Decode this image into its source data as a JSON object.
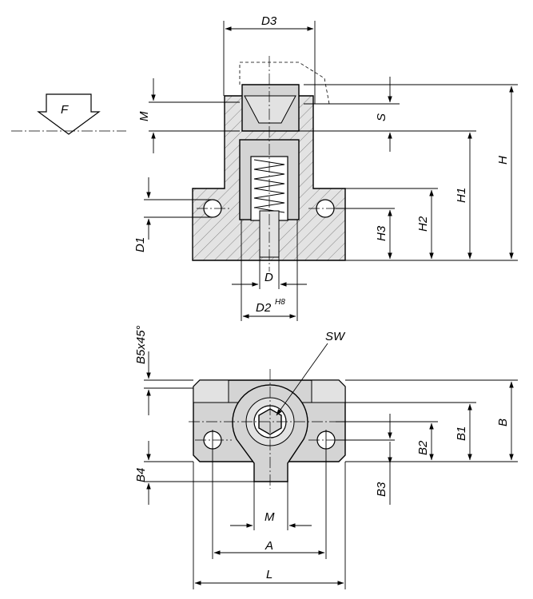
{
  "labels": {
    "force": "F",
    "d3": "D3",
    "m_top": "M",
    "s": "S",
    "h": "H",
    "h1": "H1",
    "h2": "H2",
    "h3": "H3",
    "d1": "D1",
    "d": "D",
    "d2": "D2",
    "d2_tol": "H8",
    "b5": "B5x45°",
    "sw": "SW",
    "b": "B",
    "b1": "B1",
    "b2": "B2",
    "b3": "B3",
    "b4": "B4",
    "m_bottom": "M",
    "a": "A",
    "l": "L"
  }
}
